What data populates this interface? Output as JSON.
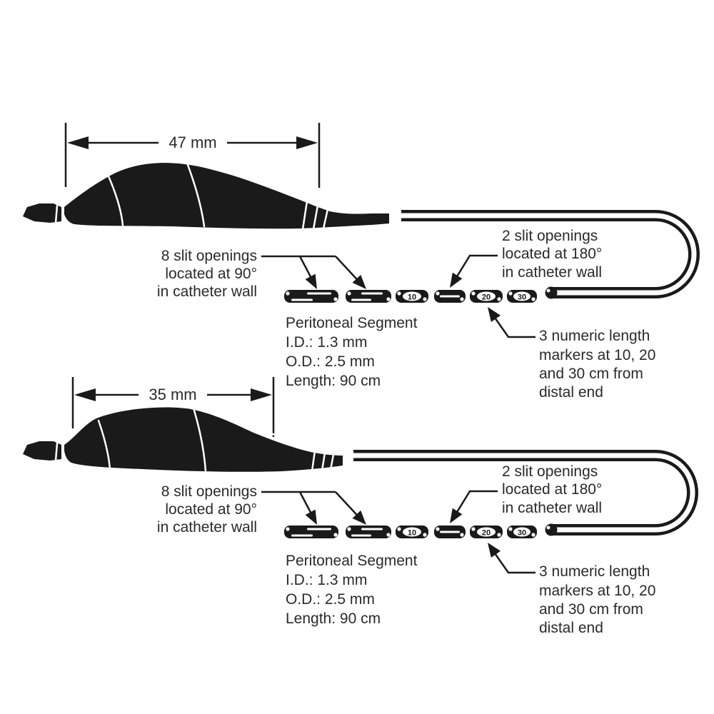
{
  "colors": {
    "background": "#ffffff",
    "ink": "#1a1a1a",
    "text": "#2a2a2a"
  },
  "sections": [
    {
      "name": "top-catheter",
      "dimension_label": "47 mm",
      "slits8": [
        "8 slit openings",
        "located at 90°",
        "in catheter wall"
      ],
      "slits2": [
        "2 slit openings",
        "located at 180°",
        "in catheter wall"
      ],
      "peritoneal": [
        "Peritoneal Segment",
        "I.D.: 1.3 mm",
        "O.D.: 2.5 mm",
        "Length: 90 cm"
      ],
      "markers_note": [
        "3 numeric length",
        "markers at 10, 20",
        "and 30 cm from",
        "distal end"
      ],
      "marker_labels": [
        "10",
        "20",
        "30"
      ]
    },
    {
      "name": "bottom-catheter",
      "dimension_label": "35 mm",
      "slits8": [
        "8 slit openings",
        "located at 90°",
        "in catheter wall"
      ],
      "slits2": [
        "2 slit openings",
        "located at 180°",
        "in catheter wall"
      ],
      "peritoneal": [
        "Peritoneal Segment",
        "I.D.: 1.3 mm",
        "O.D.: 2.5 mm",
        "Length: 90 cm"
      ],
      "markers_note": [
        "3 numeric length",
        "markers at 10, 20",
        "and 30 cm from",
        "distal end"
      ],
      "marker_labels": [
        "10",
        "20",
        "30"
      ]
    }
  ]
}
